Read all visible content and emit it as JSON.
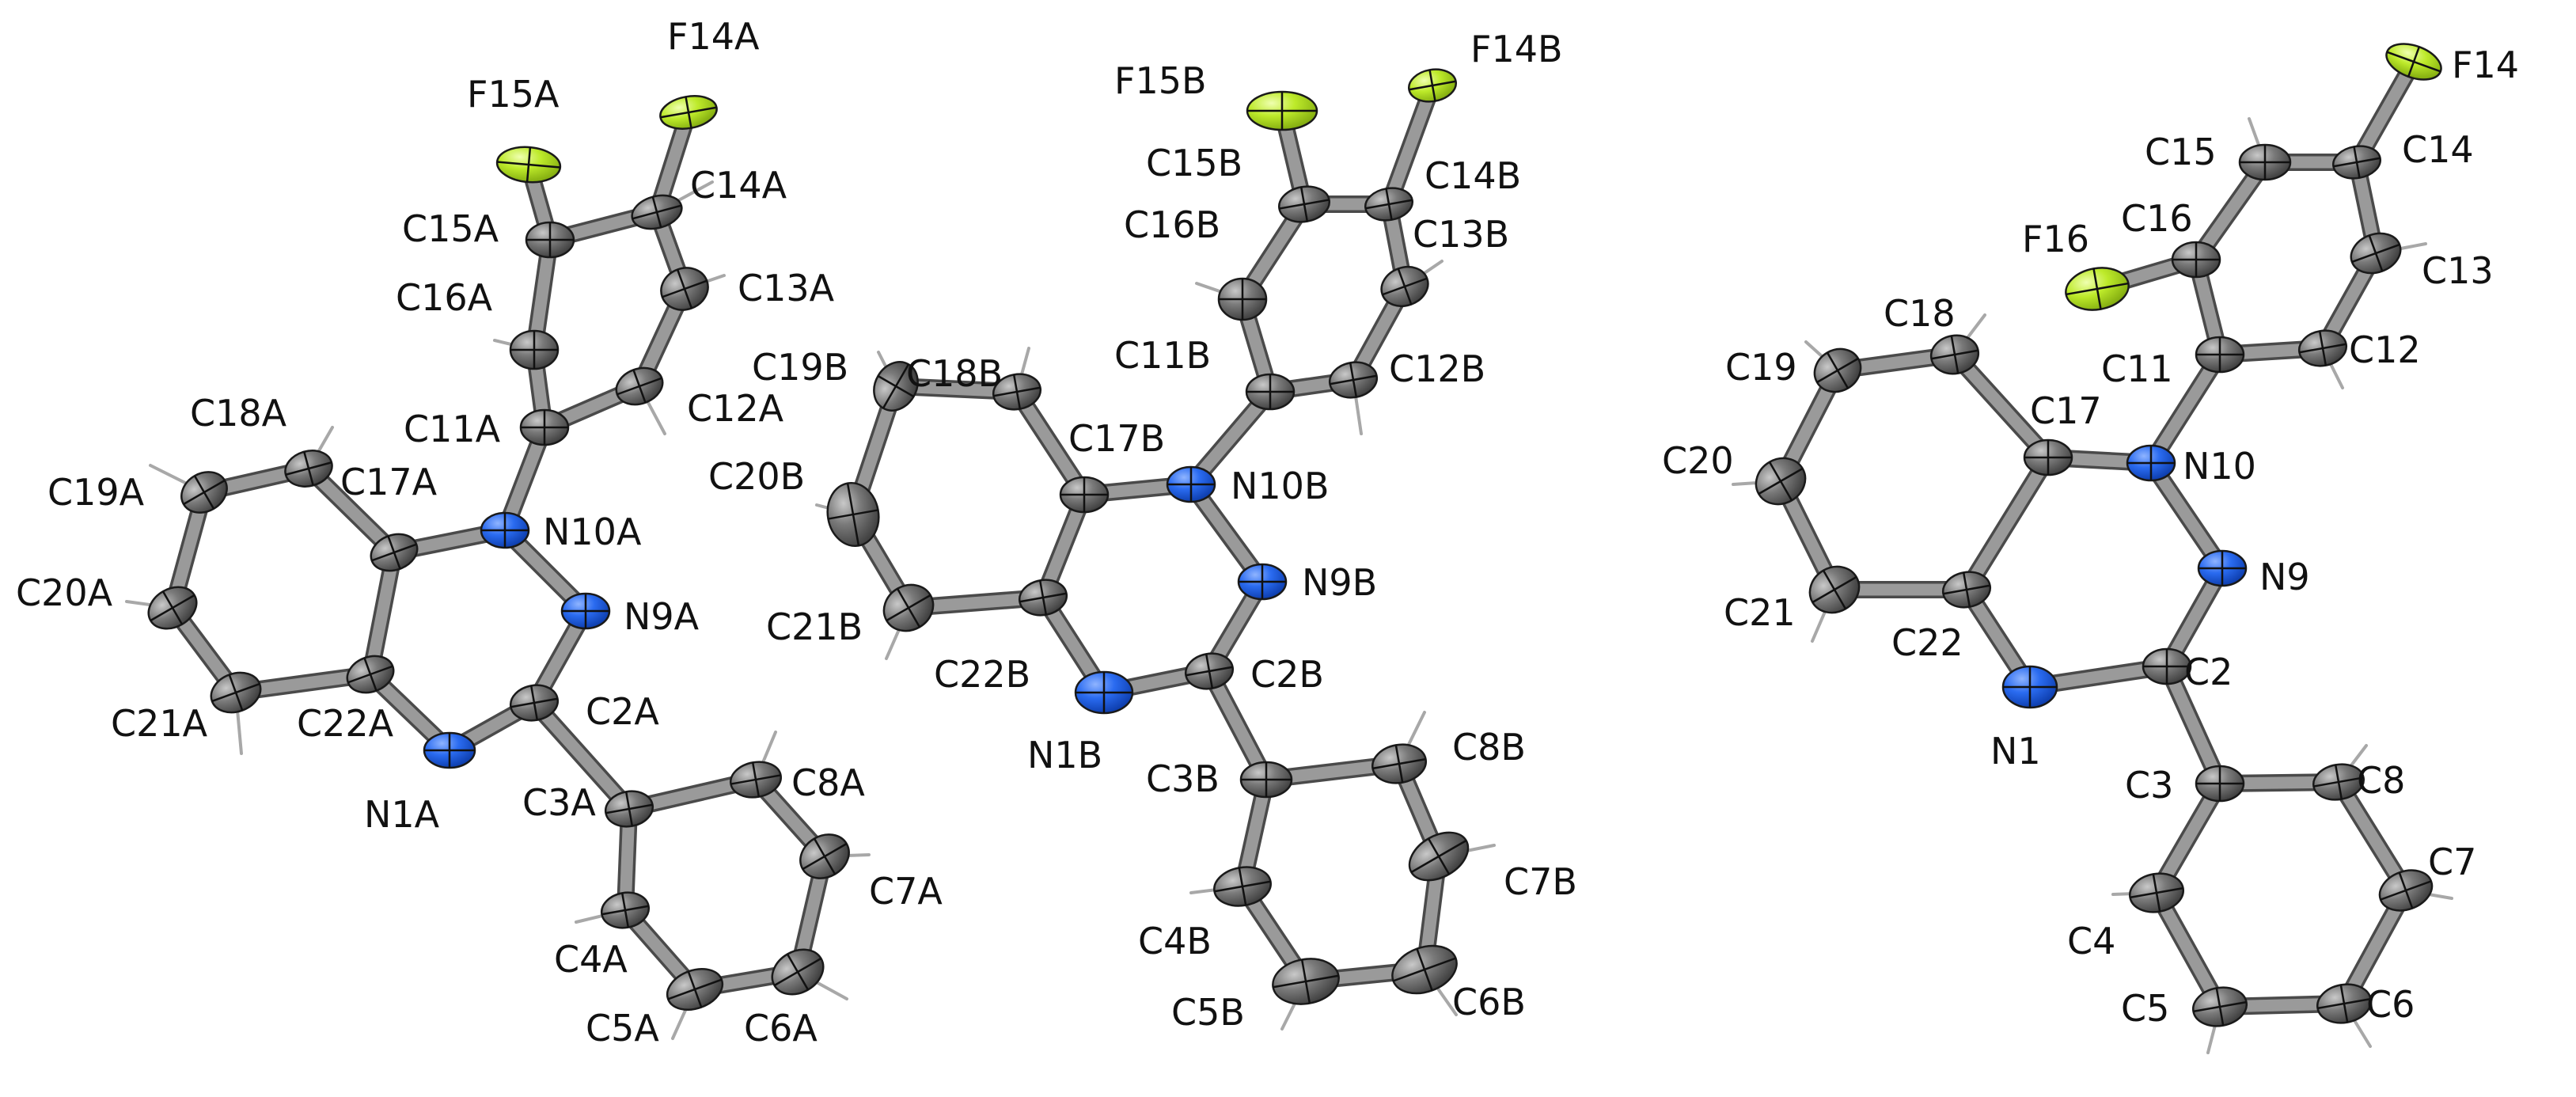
{
  "figure": {
    "colors": {
      "carbon": "#6e6e6e",
      "nitrogen": "#1f5fe0",
      "fluorine": "#b5e61d",
      "bond": "#9a9a9a",
      "hydrogen": "#a8a8a8",
      "label": "#111111"
    },
    "molecules": [
      {
        "id": "molecule-a",
        "atoms": [
          {
            "label": "F14A",
            "element": "F"
          },
          {
            "label": "F15A",
            "element": "F"
          },
          {
            "label": "C14A",
            "element": "C"
          },
          {
            "label": "C15A",
            "element": "C"
          },
          {
            "label": "C16A",
            "element": "C"
          },
          {
            "label": "C13A",
            "element": "C"
          },
          {
            "label": "C12A",
            "element": "C"
          },
          {
            "label": "C11A",
            "element": "C"
          },
          {
            "label": "C18A",
            "element": "C"
          },
          {
            "label": "C19A",
            "element": "C"
          },
          {
            "label": "C17A",
            "element": "C"
          },
          {
            "label": "N10A",
            "element": "N"
          },
          {
            "label": "N9A",
            "element": "N"
          },
          {
            "label": "C20A",
            "element": "C"
          },
          {
            "label": "C21A",
            "element": "C"
          },
          {
            "label": "C22A",
            "element": "C"
          },
          {
            "label": "C2A",
            "element": "C"
          },
          {
            "label": "N1A",
            "element": "N"
          },
          {
            "label": "C3A",
            "element": "C"
          },
          {
            "label": "C8A",
            "element": "C"
          },
          {
            "label": "C7A",
            "element": "C"
          },
          {
            "label": "C4A",
            "element": "C"
          },
          {
            "label": "C5A",
            "element": "C"
          },
          {
            "label": "C6A",
            "element": "C"
          }
        ]
      },
      {
        "id": "molecule-b",
        "atoms": [
          {
            "label": "F15B",
            "element": "F"
          },
          {
            "label": "F14B",
            "element": "F"
          },
          {
            "label": "C15B",
            "element": "C"
          },
          {
            "label": "C14B",
            "element": "C"
          },
          {
            "label": "C16B",
            "element": "C"
          },
          {
            "label": "C13B",
            "element": "C"
          },
          {
            "label": "C18B",
            "element": "C"
          },
          {
            "label": "C19B",
            "element": "C"
          },
          {
            "label": "C11B",
            "element": "C"
          },
          {
            "label": "C12B",
            "element": "C"
          },
          {
            "label": "C17B",
            "element": "C"
          },
          {
            "label": "C20B",
            "element": "C"
          },
          {
            "label": "N10B",
            "element": "N"
          },
          {
            "label": "N9B",
            "element": "N"
          },
          {
            "label": "C21B",
            "element": "C"
          },
          {
            "label": "C22B",
            "element": "C"
          },
          {
            "label": "C2B",
            "element": "C"
          },
          {
            "label": "N1B",
            "element": "N"
          },
          {
            "label": "C3B",
            "element": "C"
          },
          {
            "label": "C8B",
            "element": "C"
          },
          {
            "label": "C7B",
            "element": "C"
          },
          {
            "label": "C4B",
            "element": "C"
          },
          {
            "label": "C5B",
            "element": "C"
          },
          {
            "label": "C6B",
            "element": "C"
          }
        ]
      },
      {
        "id": "molecule-c",
        "atoms": [
          {
            "label": "F14",
            "element": "F"
          },
          {
            "label": "C15",
            "element": "C"
          },
          {
            "label": "C14",
            "element": "C"
          },
          {
            "label": "F16",
            "element": "F"
          },
          {
            "label": "C16",
            "element": "C"
          },
          {
            "label": "C13",
            "element": "C"
          },
          {
            "label": "C18",
            "element": "C"
          },
          {
            "label": "C19",
            "element": "C"
          },
          {
            "label": "C11",
            "element": "C"
          },
          {
            "label": "C12",
            "element": "C"
          },
          {
            "label": "C17",
            "element": "C"
          },
          {
            "label": "C20",
            "element": "C"
          },
          {
            "label": "N10",
            "element": "N"
          },
          {
            "label": "N9",
            "element": "N"
          },
          {
            "label": "C21",
            "element": "C"
          },
          {
            "label": "C22",
            "element": "C"
          },
          {
            "label": "C2",
            "element": "C"
          },
          {
            "label": "N1",
            "element": "N"
          },
          {
            "label": "C3",
            "element": "C"
          },
          {
            "label": "C8",
            "element": "C"
          },
          {
            "label": "C7",
            "element": "C"
          },
          {
            "label": "C4",
            "element": "C"
          },
          {
            "label": "C5",
            "element": "C"
          },
          {
            "label": "C6",
            "element": "C"
          }
        ]
      }
    ]
  }
}
